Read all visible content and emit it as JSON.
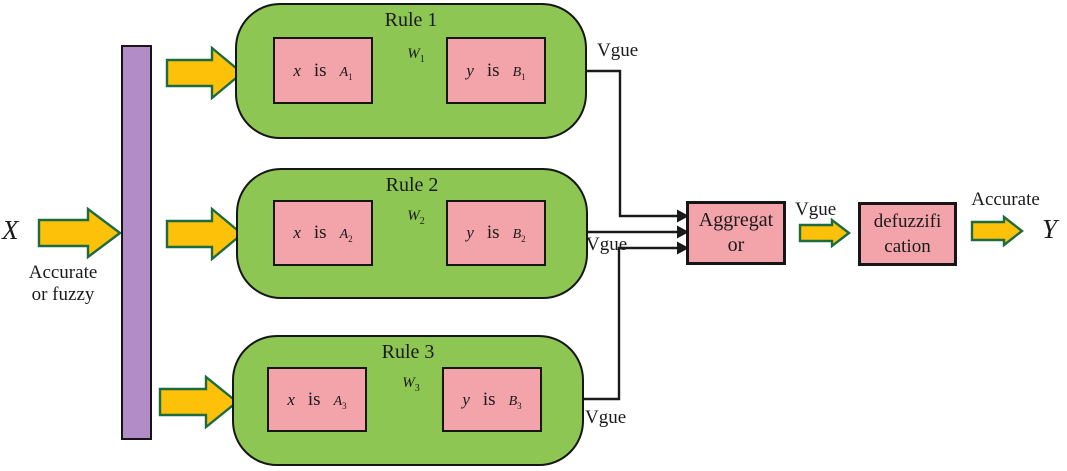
{
  "colors": {
    "rule_fill": "#8dc653",
    "box_fill": "#f2a4aa",
    "fuzzifier_fill": "#b18cc6",
    "arrow_fill": "#fdc10a",
    "arrow_stroke": "#1d6b40",
    "line": "#1a1a1a"
  },
  "input": {
    "symbol": "X",
    "annotation": [
      "Accurate",
      "or fuzzy"
    ]
  },
  "rules": [
    {
      "title": "Rule 1",
      "antecedent": {
        "var": "x",
        "copula": "is",
        "set": "A",
        "sub": "1"
      },
      "weight": {
        "symbol": "W",
        "sub": "1"
      },
      "consequent": {
        "var": "y",
        "copula": "is",
        "set": "B",
        "sub": "1"
      },
      "output_label": "Vgue"
    },
    {
      "title": "Rule 2",
      "antecedent": {
        "var": "x",
        "copula": "is",
        "set": "A",
        "sub": "2"
      },
      "weight": {
        "symbol": "W",
        "sub": "2"
      },
      "consequent": {
        "var": "y",
        "copula": "is",
        "set": "B",
        "sub": "2"
      },
      "output_label": "Vgue"
    },
    {
      "title": "Rule 3",
      "antecedent": {
        "var": "x",
        "copula": "is",
        "set": "A",
        "sub": "3"
      },
      "weight": {
        "symbol": "W",
        "sub": "3"
      },
      "consequent": {
        "var": "y",
        "copula": "is",
        "set": "B",
        "sub": "3"
      },
      "output_label": "Vgue"
    }
  ],
  "aggregator": {
    "lines": [
      "Aggregat",
      "or"
    ],
    "output_label": "Vgue"
  },
  "defuzzifier": {
    "lines": [
      "defuzzifi",
      "cation"
    ],
    "output_label": "Accurate"
  },
  "output": {
    "symbol": "Y"
  }
}
